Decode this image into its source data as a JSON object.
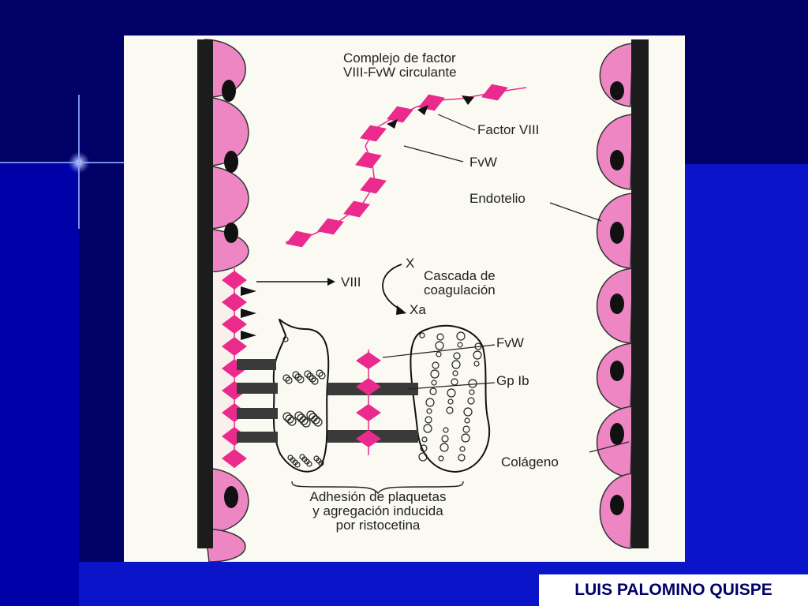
{
  "slide": {
    "author": "LUIS PALOMINO QUISPE",
    "colors": {
      "background": "#000066",
      "accent_blue": "#0a14c8",
      "cell_pink": "#ee86c4",
      "fvw_magenta": "#ea2a8c",
      "wall": "#1c1c1c"
    }
  },
  "diagram": {
    "labels": {
      "complex_line1": "Complejo de factor",
      "complex_line2": "VIII-FvW circulante",
      "factor_viii": "Factor VIII",
      "fvw_top": "FvW",
      "endotelio": "Endotelio",
      "viii": "VIII",
      "x": "X",
      "xa": "Xa",
      "cascada_line1": "Cascada de",
      "cascada_line2": "coagulación",
      "fvw_bottom": "FvW",
      "gp_ib": "Gp Ib",
      "colageno": "Colágeno",
      "adhesion_line1": "Adhesión de plaquetas",
      "adhesion_line2": "y agregación inducida",
      "adhesion_line3": "por ristocetina"
    }
  }
}
